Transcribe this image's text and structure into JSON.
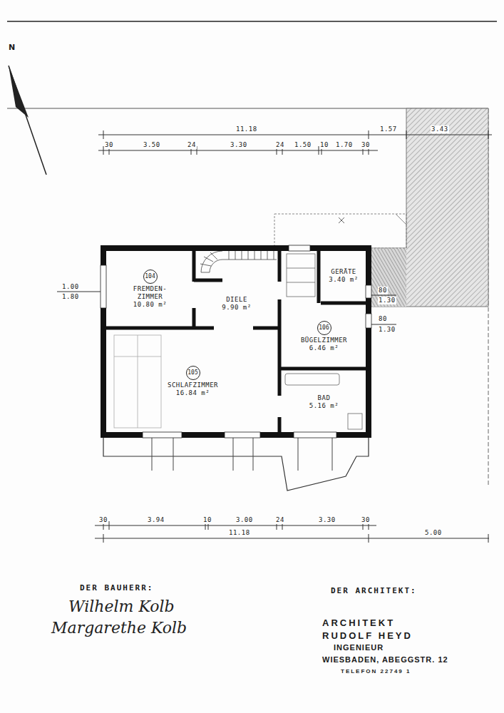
{
  "diagram": {
    "nodes": [
      {
        "text": [
          "104",
          "FREMDEN- ZIMMER",
          "10.80 m²"
        ]
      },
      {
        "text": [
          "DIELE",
          "9.90 m²"
        ]
      },
      {
        "text": [
          "GERÄTE",
          "3.40 m²"
        ]
      },
      {
        "text": [
          "106",
          "BÜGELZIMMER",
          "6.46 m²"
        ]
      },
      {
        "text": [
          "105",
          "SCHLAFZIMMER",
          "16.84 m²"
        ]
      },
      {
        "text": [
          "BAD",
          "5.16 m²"
        ]
      }
    ],
    "labels": [
      "N",
      "11.18",
      "1.57",
      "3.43",
      "30",
      "3.50",
      "24",
      "3.30",
      "24",
      "1.50",
      "10",
      "1.70",
      "30",
      "1.00",
      "1.80",
      "80",
      "1.30",
      "80",
      "1.30",
      "30",
      "3.94",
      "10",
      "3.00",
      "24",
      "3.30",
      "30",
      "11.18",
      "5.00",
      "DER BAUHERR:",
      "Wilhelm Kolb",
      "Margarethe Kolb",
      "DER ARCHITEKT:",
      "ARCHITEKT",
      "RUDOLF HEYD",
      "INGENIEUR",
      "WIESBADEN, ABEGGSTR. 12",
      "TELEFON 22749 1"
    ]
  }
}
